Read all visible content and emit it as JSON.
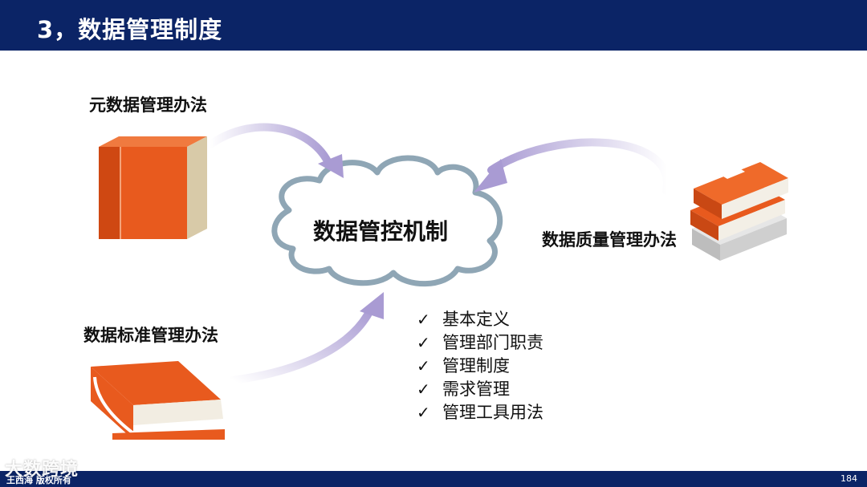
{
  "header": {
    "title": "3，数据管理制度"
  },
  "center": {
    "label": "数据管控机制"
  },
  "sources": {
    "metadata": "元数据管理办法",
    "standard": "数据标准管理办法",
    "quality": "数据质量管理办法"
  },
  "checklist": {
    "icon": "checkmark-icon",
    "items": [
      "基本定义",
      "管理部门职责",
      "管理制度",
      "需求管理",
      "管理工具用法"
    ]
  },
  "colors": {
    "header_bg": "#0b2466",
    "book_orange": "#e85a1e",
    "arrow_lilac": "#b9addb",
    "cloud_outline": "#8fa6b5"
  },
  "footer": {
    "watermark": "大数跨境",
    "left_text": "王西海 版权所有",
    "page_number": "184"
  }
}
